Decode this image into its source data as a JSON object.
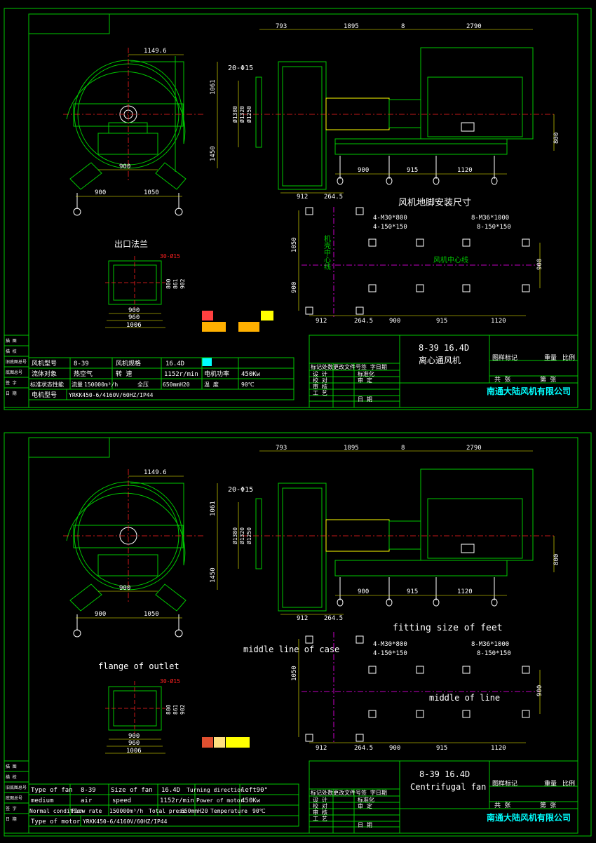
{
  "dims": {
    "top": [
      "793",
      "1895",
      "8",
      "2790"
    ],
    "width_1149": "1149.6",
    "h_1061": "1061",
    "h_1450": "1450",
    "hole": "20-Φ15",
    "d1380": "Ø1380",
    "d1320": "Ø1320",
    "d1250": "Ø1250",
    "h_800": "800",
    "w_900": "900",
    "w_1050": "1050",
    "b_912": "912",
    "b_264": "264.5",
    "b_900": "900",
    "b_915": "915",
    "b_1120": "1120",
    "flange_30": "30-Ø15",
    "f_800": "800",
    "f_861": "861",
    "f_902": "902",
    "f_900": "900",
    "f_960": "960",
    "f_1006": "1006",
    "fd_1050": "1050",
    "fd_900": "900",
    "fd_4m30": "4-M30*800",
    "fd_4150": "4-150*150",
    "fd_8m36": "8-M36*1000",
    "fd_8150": "8-150*150"
  },
  "labels_cn": {
    "foot_title": "风机地脚安装尺寸",
    "flange": "出口法兰",
    "case_center": "机壳中心线",
    "fan_center": "风机中心线"
  },
  "labels_en": {
    "foot_title": "fitting size of feet",
    "flange": "flange of outlet",
    "case_center": "middle line of case",
    "fan_center": "middle of line"
  },
  "title_block": {
    "model": "8-39 16.4D",
    "name_cn": "离心通风机",
    "name_en": "Centrifugal fan",
    "company": "南通大陆风机有限公司",
    "row_mark": "标记处数更改文件号签 字日期",
    "design": "设 计",
    "check": "校 对",
    "review": "审 核",
    "craft": "工 艺",
    "standard": "标准化",
    "approve": "审 定",
    "date": "日 期",
    "stage_mark": "图样标记",
    "weight": "重量",
    "ratio": "比例",
    "total": "共    张",
    "sheet": "第    张"
  },
  "spec_cn": {
    "r1": [
      "风机型号",
      "8-39",
      "风机规格",
      "16.4D"
    ],
    "r2": [
      "流体对象",
      "热空气",
      "转    速",
      "1152r/min",
      "电机功率",
      "450Kw"
    ],
    "r3": [
      "标准状态性能",
      "流量",
      "150000m³/h",
      "全压",
      "650mmH20",
      "温    度",
      "90℃"
    ],
    "r4": [
      "电机型号",
      "YRKK450-6/4160V/60HZ/IP44"
    ]
  },
  "spec_en": {
    "r1": [
      "Type of fan",
      "8-39",
      "Size of fan",
      "16.4D",
      "Turning direction",
      "left90°"
    ],
    "r2": [
      "medium",
      "air",
      "speed",
      "1152r/min",
      "Power of motor",
      "450Kw"
    ],
    "r3": [
      "Normal condition",
      "Flow rate",
      "150000m³/h",
      "Total press",
      "650mmH20",
      "Temperature",
      "90℃"
    ],
    "r4": [
      "Type of motor",
      "YRKK450-6/4160V/60HZ/IP44"
    ]
  },
  "left_col_cn": [
    "描 图",
    "描 校",
    "旧底图总号",
    "底图总号",
    "签 字",
    "日 期"
  ],
  "colors": {
    "green": "#00c800",
    "yellow": "#ffff00",
    "red": "#ff2020",
    "magenta": "#ff00ff",
    "white": "#ffffff",
    "cyan": "#00ffff"
  }
}
